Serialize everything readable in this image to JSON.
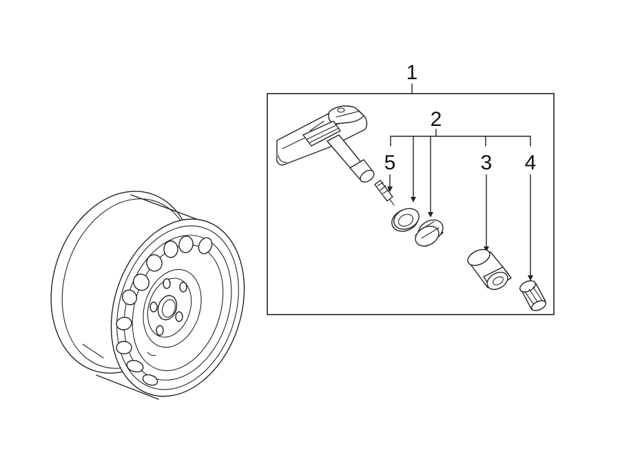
{
  "callouts": {
    "c1": "1",
    "c2": "2",
    "c3": "3",
    "c4": "4",
    "c5": "5"
  },
  "colors": {
    "line": "#222222",
    "background": "#ffffff"
  }
}
